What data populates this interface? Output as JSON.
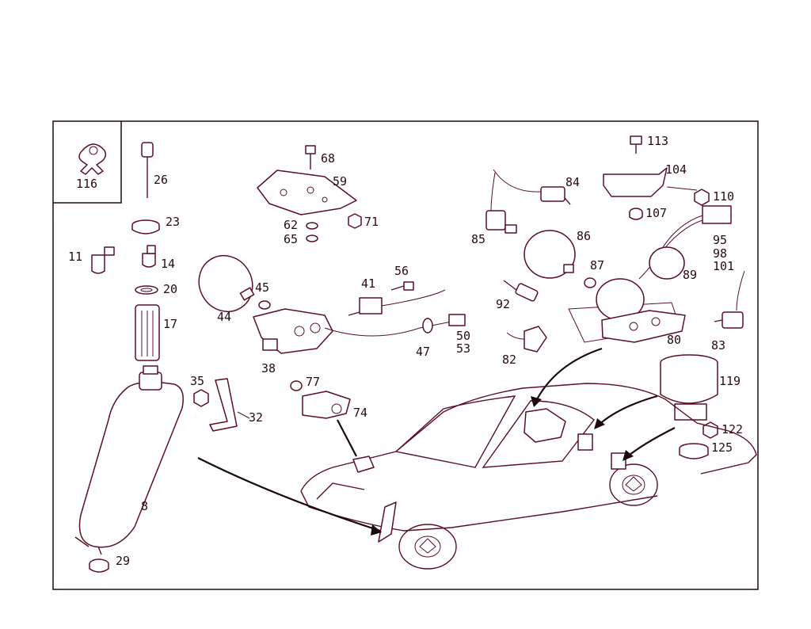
{
  "labels": {
    "p116": "116",
    "p26": "26",
    "p23": "23",
    "p11": "11",
    "p14": "14",
    "p20": "20",
    "p17": "17",
    "p8": "8",
    "p29": "29",
    "p68": "68",
    "p59": "59",
    "p62": "62",
    "p65": "65",
    "p71": "71",
    "p44": "44",
    "p45": "45",
    "p38": "38",
    "p41": "41",
    "p56": "56",
    "p50": "50",
    "p53": "53",
    "p47": "47",
    "p35": "35",
    "p32": "32",
    "p77": "77",
    "p74": "74",
    "p84": "84",
    "p85": "85",
    "p86": "86",
    "p87": "87",
    "p92": "92",
    "p82": "82",
    "p80": "80",
    "p113": "113",
    "p104": "104",
    "p110": "110",
    "p107": "107",
    "p95": "95",
    "p98": "98",
    "p101": "101",
    "p89": "89",
    "p83": "83",
    "p119": "119",
    "p122": "122",
    "p125": "125"
  },
  "colors": {
    "line": "#5a1020",
    "text": "#2a0a12",
    "arrow": "#1a0a0e",
    "background": "#ffffff"
  }
}
